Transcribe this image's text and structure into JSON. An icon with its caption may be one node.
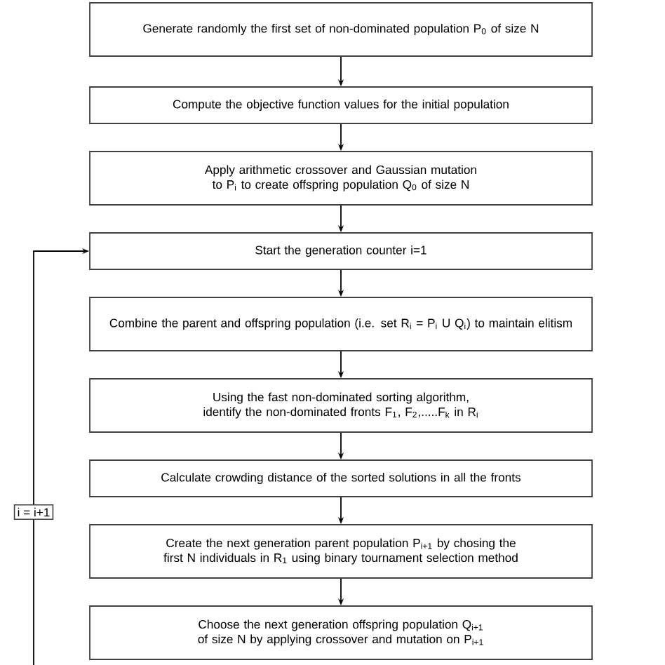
{
  "diagram": {
    "nodes": [
      {
        "text": [
          "Generate randomly the first set of non-dominated population P$_{0}$ of size N"
        ]
      },
      {
        "text": [
          "Compute the objective function values for the initial population"
        ]
      },
      {
        "text": [
          "Apply arithmetic crossover and Gaussian mutation to P$_{i}$ to create offspring population Q$_{0}$ of size N"
        ]
      },
      {
        "text": [
          "Start the generation counter i=1"
        ]
      },
      {
        "text": [
          "Combine the parent and offspring population (i.e. set R$_{i}$ = P$_{i}$ U Q$_{i}$) to maintain elitism"
        ]
      },
      {
        "text": [
          "Using the fast non-dominated sorting algorithm, identify the non-dominated fronts F$_{1}$, F$_{2}$,.....F$_{k}$ in R$_{i}$"
        ]
      },
      {
        "text": [
          "Calculate crowding distance of the sorted solutions in all the fronts"
        ]
      },
      {
        "text": [
          "Create the next generation parent population P$_{i+1}$ by chosing the first N individuals in R$_{1}$ using binary tournament selection method"
        ]
      },
      {
        "text": [
          "Choose the next generation offspring population Q$_{i+1}$ of size N by applying crossover and mutation on P$_{i+1}$"
        ]
      }
    ],
    "edges": [
      {
        "from": 0,
        "to": 1,
        "arrow": "to"
      },
      {
        "from": 1,
        "to": 2,
        "arrow": "to"
      },
      {
        "from": 2,
        "to": 3,
        "arrow": "to"
      },
      {
        "from": 3,
        "to": 4,
        "arrow": "to"
      },
      {
        "from": 4,
        "to": 5,
        "arrow": "to"
      },
      {
        "from": 5,
        "to": 6,
        "arrow": "to"
      },
      {
        "from": 6,
        "to": 7,
        "arrow": "to"
      },
      {
        "from": 7,
        "to": 8,
        "arrow": "to"
      },
      {
        "from": null,
        "to": 3,
        "arrow": "to",
        "label": "i = i+1"
      }
    ]
  }
}
